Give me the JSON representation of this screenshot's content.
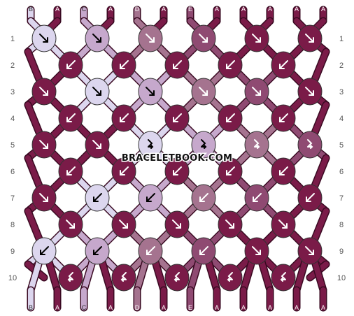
{
  "watermark": "BRACELETBOOK.COM",
  "colors": {
    "A": "#7a1b48",
    "B": "#dcd6ee",
    "C": "#c6a8cc",
    "D": "#a5738f",
    "E": "#8f4a72"
  },
  "top_labels": [
    "B",
    "A",
    "C",
    "A",
    "D",
    "A",
    "E",
    "A",
    "A",
    "A",
    "A",
    "A"
  ],
  "bottom_labels": [
    "B",
    "A",
    "C",
    "A",
    "D",
    "A",
    "E",
    "A",
    "A",
    "A",
    "A",
    "A"
  ],
  "row_labels": [
    "1",
    "2",
    "3",
    "4",
    "5",
    "6",
    "7",
    "8",
    "9",
    "10"
  ],
  "knot_arrows": {
    "1": [
      "down-right",
      "down-right",
      "down-right",
      "down-right",
      "down-right",
      "down-right"
    ],
    "2": [
      "down-left",
      "down-left",
      "down-left",
      "down-left",
      "down-left"
    ],
    "3": [
      "down-right",
      "down-right",
      "down-right",
      "down-right",
      "down-right",
      "down-right"
    ],
    "4": [
      "down-left",
      "down-left",
      "down-left",
      "down-left",
      "down-left"
    ],
    "5": [
      "down-right",
      "down-right",
      "forward-back",
      "forward-back",
      "forward-back",
      "forward-back"
    ],
    "6": [
      "down-left",
      "down-left",
      "down-left",
      "down-left",
      "down-left"
    ],
    "7": [
      "down-right",
      "down-left",
      "down-left",
      "down-left",
      "down-left",
      "down-left"
    ],
    "8": [
      "down-right",
      "down-right",
      "down-right",
      "down-right",
      "down-right"
    ],
    "9": [
      "down-left",
      "down-left",
      "down-left",
      "down-left",
      "down-right",
      "down-right"
    ],
    "10": [
      "back-forward",
      "back-forward",
      "back-forward",
      "back-forward",
      "back-forward"
    ]
  }
}
